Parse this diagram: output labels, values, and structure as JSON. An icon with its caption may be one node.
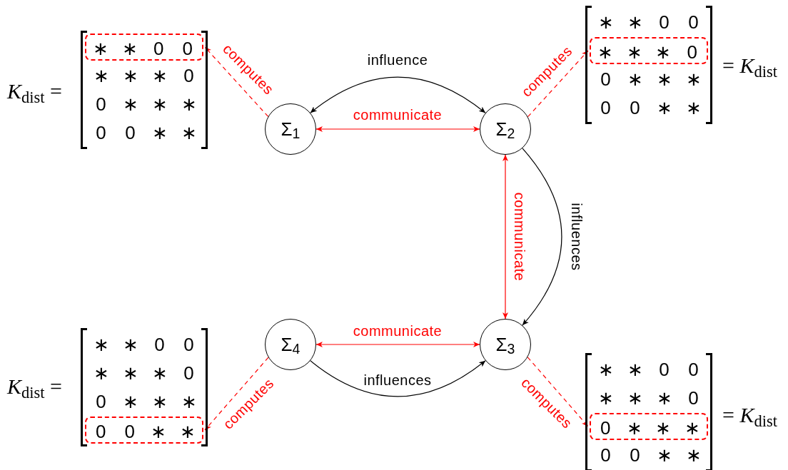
{
  "diagram": {
    "nodes": [
      {
        "text": [
          "∗",
          "∗",
          "∗",
          "0",
          "0",
          "∗",
          "∗",
          "∗",
          "0",
          "0",
          "∗",
          "∗"
        ],
        "beside": [
          "*K*$_{dist}$ ="
        ]
      },
      {
        "text": [
          "∗",
          "∗",
          "0",
          "0"
        ],
        "in": 0
      },
      {
        "text": [
          "∗",
          "∗",
          "0",
          "0",
          "0",
          "∗",
          "∗",
          "∗",
          "0",
          "0",
          "∗",
          "∗"
        ],
        "beside": [
          "= *K*$_{dist}$"
        ]
      },
      {
        "text": [
          "∗",
          "∗",
          "∗",
          "0"
        ],
        "in": 2
      },
      {
        "text": [
          "Σ$_{1}$"
        ]
      },
      {
        "text": [
          "Σ$_{2}$"
        ]
      },
      {
        "text": [
          "Σ$_{4}$"
        ]
      },
      {
        "text": [
          "Σ$_{3}$"
        ]
      },
      {
        "text": [
          "∗",
          "∗",
          "0",
          "0",
          "∗",
          "∗",
          "∗",
          "0",
          "0",
          "∗",
          "∗",
          "∗"
        ],
        "beside": [
          "*K*$_{dist}$ ="
        ]
      },
      {
        "text": [
          "0",
          "0",
          "∗",
          "∗"
        ],
        "in": 8
      },
      {
        "text": [
          "∗",
          "∗",
          "0",
          "0",
          "∗",
          "∗",
          "∗",
          "0",
          "0",
          "0",
          "∗",
          "∗"
        ],
        "beside": [
          "= *K*$_{dist}$"
        ]
      },
      {
        "text": [
          "0",
          "∗",
          "∗",
          "∗"
        ],
        "in": 10
      }
    ],
    "edges": [
      {
        "from": 4,
        "to": 5,
        "arrow": "both",
        "label": "influence",
        "color": "#000000"
      },
      {
        "from": 4,
        "to": 5,
        "arrow": "both",
        "label": "communicate",
        "color": "#ff0000"
      },
      {
        "from": 5,
        "to": 7,
        "arrow": "to",
        "label": "influences",
        "color": "#000000"
      },
      {
        "from": 5,
        "to": 7,
        "arrow": "both",
        "label": "communicate",
        "color": "#ff0000"
      },
      {
        "from": 6,
        "to": 7,
        "arrow": "to",
        "label": "influences",
        "color": "#000000"
      },
      {
        "from": 6,
        "to": 7,
        "arrow": "both",
        "label": "communicate",
        "color": "#ff0000"
      },
      {
        "from": 4,
        "to": 1,
        "arrow": "to",
        "label": "computes",
        "style": "dashed",
        "color": "#ff0000"
      },
      {
        "from": 5,
        "to": 3,
        "arrow": "to",
        "label": "computes",
        "style": "dashed",
        "color": "#ff0000"
      },
      {
        "from": 6,
        "to": 9,
        "arrow": "to",
        "label": "computes",
        "style": "dashed",
        "color": "#ff0000"
      },
      {
        "from": 7,
        "to": 11,
        "arrow": "to",
        "label": "computes",
        "style": "dashed",
        "color": "#ff0000"
      }
    ]
  }
}
